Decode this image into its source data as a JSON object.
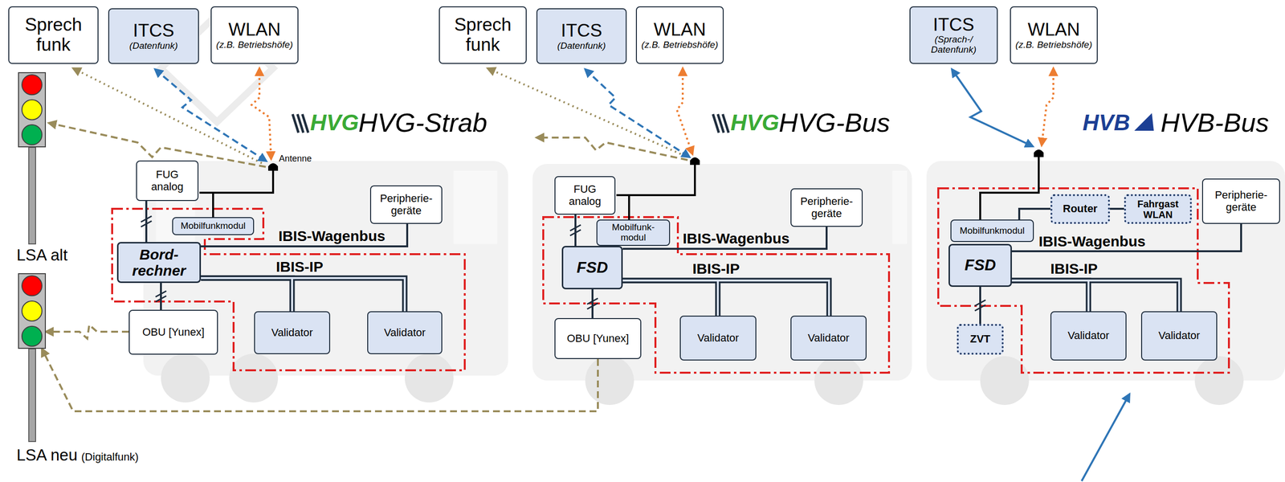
{
  "diagram": {
    "nodes": [
      {
        "text": [
          "Sprech funk"
        ]
      },
      {
        "text": [
          "ITCS",
          "(Datenfunk)"
        ]
      },
      {
        "text": [
          "WLAN",
          "(z.B. Betriebshöfe)"
        ]
      },
      {
        "text": [
          "LSA alt"
        ]
      },
      {
        "text": [
          "LSA neu",
          "(Digitalfunk)"
        ]
      },
      {
        "text": [
          "FUG analog"
        ]
      },
      {
        "text": [
          "Mobilfunkmodul"
        ]
      },
      {
        "text": [
          "Bord- rechner"
        ]
      },
      {
        "text": [
          "Peripherie- geräte"
        ]
      },
      {
        "text": [
          "OBU [Yunex]"
        ]
      },
      {
        "text": [
          "Validator"
        ]
      },
      {
        "text": [
          "Validator"
        ]
      },
      {
        "text": [
          "Sprech funk"
        ]
      },
      {
        "text": [
          "ITCS",
          "(Datenfunk)"
        ]
      },
      {
        "text": [
          "WLAN",
          "(z.B. Betriebshöfe)"
        ]
      },
      {
        "text": [
          "FUG analog"
        ]
      },
      {
        "text": [
          "Mobilfunk- modul"
        ]
      },
      {
        "text": [
          "FSD"
        ]
      },
      {
        "text": [
          "Peripherie- geräte"
        ]
      },
      {
        "text": [
          "OBU [Yunex]"
        ]
      },
      {
        "text": [
          "Validator"
        ]
      },
      {
        "text": [
          "Validator"
        ]
      },
      {
        "text": [
          "ITCS",
          "(Sprach-/ Datenfunk)"
        ]
      },
      {
        "text": [
          "WLAN",
          "(z.B. Betriebshöfe)"
        ]
      },
      {
        "text": [
          "Mobilfunkmodul"
        ]
      },
      {
        "text": [
          "Router"
        ]
      },
      {
        "text": [
          "Fahrgast WLAN"
        ]
      },
      {
        "text": [
          "Peripherie- geräte"
        ]
      },
      {
        "text": [
          "FSD"
        ]
      },
      {
        "text": [
          "ZVT"
        ]
      },
      {
        "text": [
          "Validator"
        ]
      },
      {
        "text": [
          "Validator"
        ]
      }
    ],
    "edges": [
      {
        "from": 7,
        "to": 5,
        "arrow": "none"
      },
      {
        "from": 7,
        "to": 9,
        "arrow": "none"
      },
      {
        "from": 7,
        "to": 8,
        "arrow": "none"
      },
      {
        "from": 7,
        "to": 10,
        "arrow": "none"
      },
      {
        "from": 7,
        "to": 11,
        "arrow": "none"
      },
      {
        "from": 9,
        "to": 4,
        "arrow": "to"
      },
      {
        "from": 17,
        "to": 15,
        "arrow": "none"
      },
      {
        "from": 17,
        "to": 19,
        "arrow": "none"
      },
      {
        "from": 17,
        "to": 18,
        "arrow": "none"
      },
      {
        "from": 17,
        "to": 20,
        "arrow": "none"
      },
      {
        "from": 17,
        "to": 21,
        "arrow": "none"
      },
      {
        "from": 19,
        "to": 4,
        "arrow": "to"
      },
      {
        "from": 28,
        "to": 29,
        "arrow": "none"
      },
      {
        "from": 28,
        "to": 27,
        "arrow": "none"
      },
      {
        "from": 28,
        "to": 30,
        "arrow": "none"
      },
      {
        "from": 28,
        "to": 31,
        "arrow": "none"
      },
      {
        "from": 24,
        "to": 25,
        "arrow": "none"
      },
      {
        "from": 25,
        "to": 26,
        "arrow": "none"
      }
    ],
    "labels": [
      "Antenne",
      "HVG",
      "HVG-Strab",
      "IBIS-Wagenbus",
      "IBIS-IP",
      "HVG",
      "HVG-Bus",
      "IBIS-Wagenbus",
      "IBIS-IP",
      "HVB",
      "HVB-Bus",
      "IBIS-Wagenbus",
      "IBIS-IP"
    ]
  }
}
